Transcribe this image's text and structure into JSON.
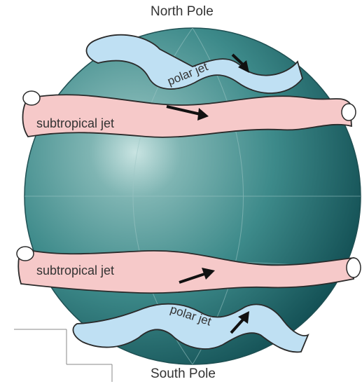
{
  "labels": {
    "north_pole": "North Pole",
    "south_pole": "South Pole",
    "polar_jet_north": "polar jet",
    "subtropical_jet_north": "subtropical jet",
    "subtropical_jet_south": "subtropical jet",
    "polar_jet_south": "polar jet"
  },
  "colors": {
    "globe_light": "#c9e4e2",
    "globe_mid": "#3d8a8a",
    "globe_dark": "#0f4a4f",
    "polar_jet_fill": "#bfe0f3",
    "subtropical_jet_fill": "#f6c9c9",
    "outline": "#2a2a2a"
  },
  "icons": {
    "arrow": "black-arrow-icon"
  }
}
